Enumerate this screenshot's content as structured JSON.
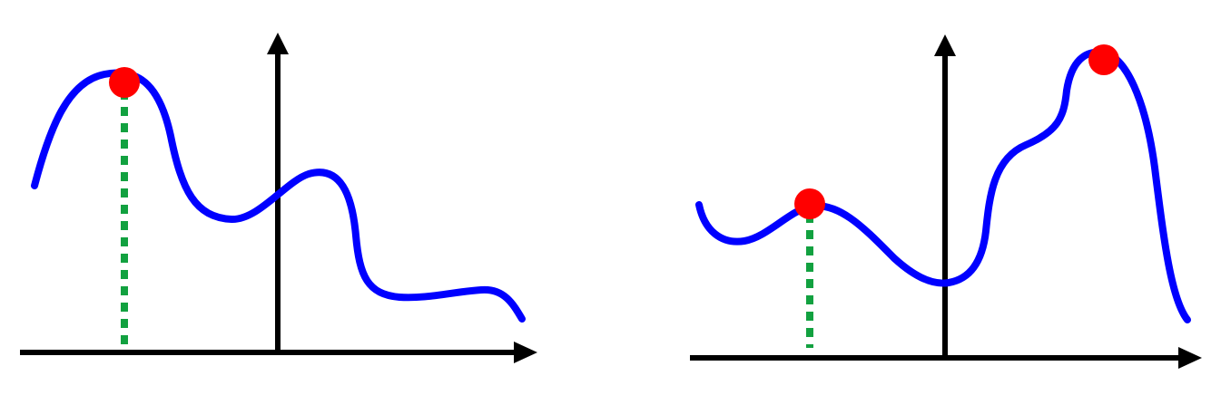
{
  "colors": {
    "curve": "#0000ff",
    "axis": "#000000",
    "marker": "#ff0000",
    "dropline": "#12a140",
    "background": "#ffffff"
  },
  "panels": [
    {
      "id": "left",
      "axes": [
        "horizontal-axis-arrow",
        "vertical-axis-arrow"
      ],
      "markers": [
        "global-maximum-point"
      ],
      "droplines": [
        "maximum-dropline"
      ]
    },
    {
      "id": "right",
      "axes": [
        "horizontal-axis-arrow",
        "vertical-axis-arrow"
      ],
      "markers": [
        "local-maximum-point",
        "global-maximum-point"
      ],
      "droplines": [
        "local-maximum-dropline"
      ]
    }
  ]
}
